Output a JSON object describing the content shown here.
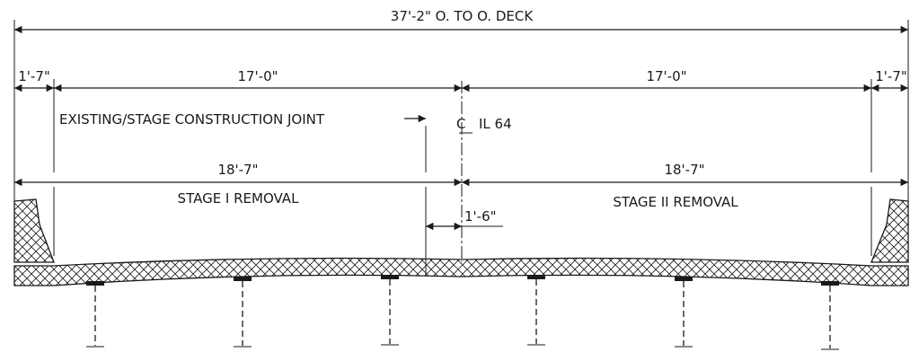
{
  "dimensions": {
    "overall": "37'-2\" O. TO O. DECK",
    "left_edge": "1'-7\"",
    "left_half": "17'-0\"",
    "right_half": "17'-0\"",
    "right_edge": "1'-7\"",
    "stage1_width": "18'-7\"",
    "stage2_width": "18'-7\"",
    "joint_offset": "1'-6\""
  },
  "labels": {
    "joint": "EXISTING/STAGE CONSTRUCTION JOINT",
    "centerline": "IL 64",
    "stage1": "STAGE I REMOVAL",
    "stage2": "STAGE II REMOVAL"
  },
  "colors": {
    "ink": "#1a1a1a",
    "background": "#ffffff"
  },
  "beam_count": 6
}
